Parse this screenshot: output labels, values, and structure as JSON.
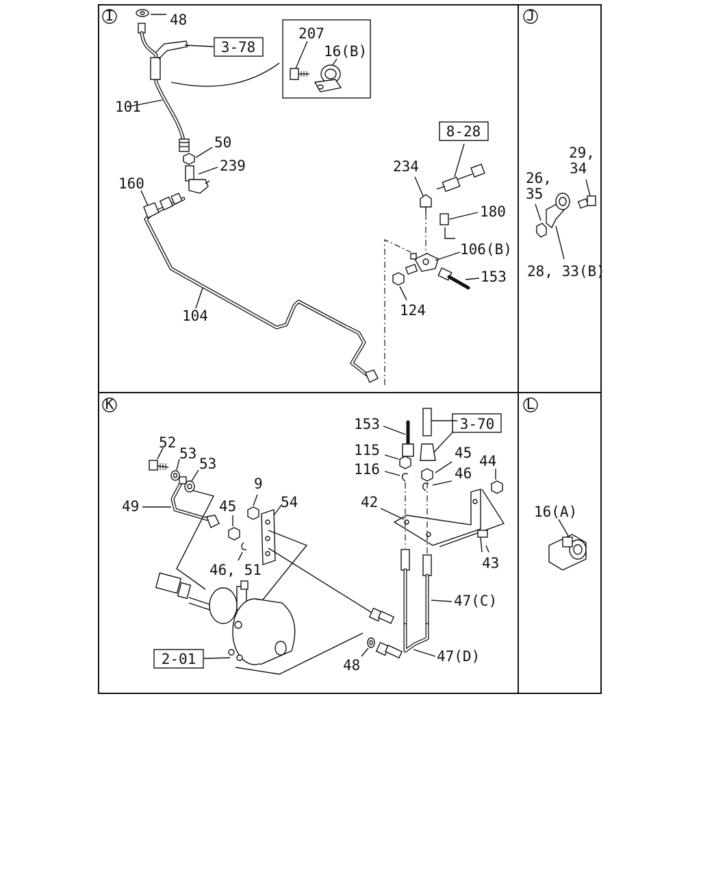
{
  "sections": {
    "I": {
      "marker": "I"
    },
    "J": {
      "marker": "J"
    },
    "K": {
      "marker": "K"
    },
    "L": {
      "marker": "L"
    }
  },
  "references": {
    "r378": "3-78",
    "r828": "8-28",
    "r370": "3-70",
    "r201": "2-01"
  },
  "labels": {
    "p48a": "48",
    "p207": "207",
    "p16b": "16(B)",
    "p101": "101",
    "p50": "50",
    "p239": "239",
    "p160": "160",
    "p234": "234",
    "p180": "180",
    "p106b": "106(B)",
    "p153a": "153",
    "p124": "124",
    "p104": "104",
    "p29": "29,",
    "p34": "34",
    "p26": "26,",
    "p35": "35",
    "p2833": "28, 33(B)",
    "p153b": "153",
    "p115": "115",
    "p116": "116",
    "p45a": "45",
    "p46a": "46",
    "p44": "44",
    "p42": "42",
    "p43": "43",
    "p47c": "47(C)",
    "p47d": "47(D)",
    "p48b": "48",
    "p52": "52",
    "p53a": "53",
    "p53b": "53",
    "p49": "49",
    "p45b": "45",
    "p9": "9",
    "p54": "54",
    "p4651": "46, 51",
    "p16a": "16(A)"
  }
}
